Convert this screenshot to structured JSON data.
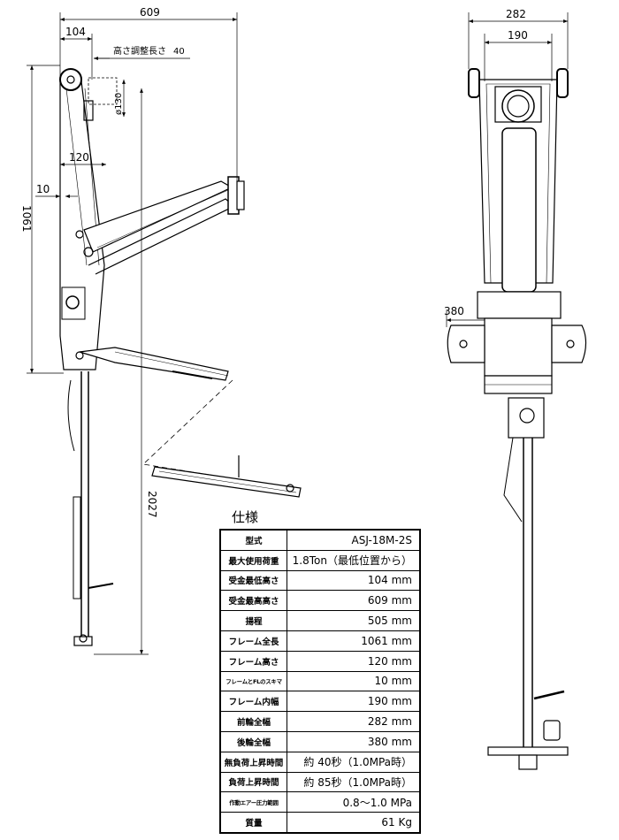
{
  "dimensions": {
    "total_height": "609",
    "min_height": "104",
    "adjust_label": "高さ調整長さ",
    "adjust_value": "40",
    "saddle_dia": "ø130",
    "frame_height": "120",
    "frame_gap": "10",
    "frame_length": "1061",
    "handle_length": "2027",
    "front_wheel_width": "282",
    "frame_inner_width": "190",
    "rear_wheel_width": "380"
  },
  "spec": {
    "title": "仕様",
    "rows": [
      {
        "label": "型式",
        "value": "ASJ-18M-2S"
      },
      {
        "label": "最大使用荷重",
        "value": "1.8Ton（最低位置から）"
      },
      {
        "label": "受金最低高さ",
        "value": "104 mm"
      },
      {
        "label": "受金最高高さ",
        "value": "609 mm"
      },
      {
        "label": "揚程",
        "value": "505 mm"
      },
      {
        "label": "フレーム全長",
        "value": "1061 mm"
      },
      {
        "label": "フレーム高さ",
        "value": "120 mm"
      },
      {
        "label": "フレームとFLのスキマ",
        "value": "10 mm"
      },
      {
        "label": "フレーム内幅",
        "value": "190 mm"
      },
      {
        "label": "前輪全幅",
        "value": "282 mm"
      },
      {
        "label": "後輪全幅",
        "value": "380 mm"
      },
      {
        "label": "無負荷上昇時間",
        "value": "約 40秒（1.0MPa時）"
      },
      {
        "label": "負荷上昇時間",
        "value": "約 85秒（1.0MPa時）"
      },
      {
        "label": "作動エアー圧力範囲",
        "value": "0.8～1.0 MPa"
      },
      {
        "label": "質量",
        "value": "61 Kg"
      }
    ]
  }
}
